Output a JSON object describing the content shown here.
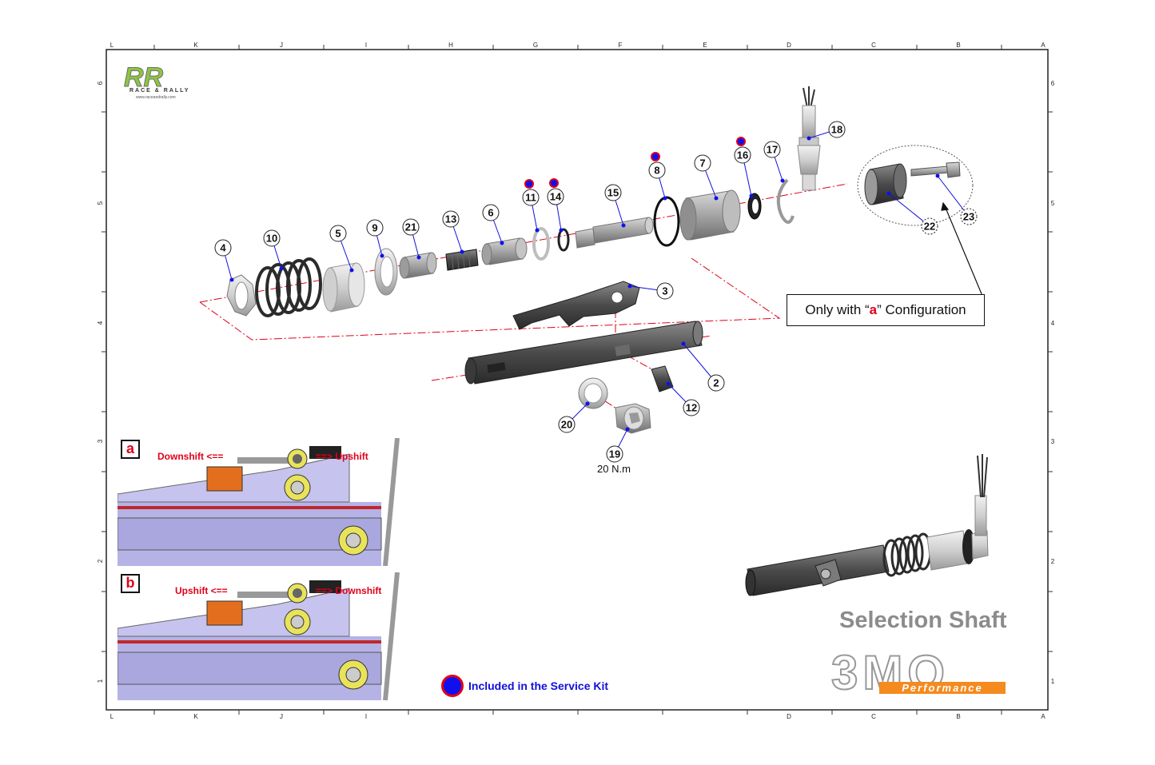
{
  "drawing": {
    "grid_top_letters": [
      "L",
      "K",
      "J",
      "I",
      "H",
      "G",
      "F",
      "E",
      "D",
      "C",
      "B",
      "A"
    ],
    "grid_bottom_letters": [
      "L",
      "K",
      "J",
      "I",
      "D",
      "C",
      "B",
      "A"
    ],
    "grid_side_numbers": [
      "6",
      "5",
      "4",
      "3",
      "2",
      "1"
    ]
  },
  "logo": {
    "mark": "RR",
    "text": "RACE & RALLY",
    "url": "www.raceandrally.com",
    "colors": {
      "green": "#8dc63f",
      "gray": "#6d6e71"
    }
  },
  "callouts": [
    "2",
    "3",
    "4",
    "5",
    "6",
    "7",
    "8",
    "9",
    "10",
    "11",
    "12",
    "13",
    "14",
    "15",
    "16",
    "17",
    "18",
    "19",
    "20",
    "21",
    "22",
    "23"
  ],
  "service_kit_items": [
    "8",
    "11",
    "14",
    "16"
  ],
  "torque_note": "20 N.m",
  "config_note": {
    "before": "Only with “",
    "highlight": "a",
    "after": "” Configuration"
  },
  "insets": [
    {
      "tag": "a",
      "left_label": "Downshift <==",
      "right_label": "==> Upshift"
    },
    {
      "tag": "b",
      "left_label": "Upshift <==",
      "right_label": "==> Downshift"
    }
  ],
  "legend": {
    "text": "Included in the Service Kit"
  },
  "title": "Selection Shaft",
  "brand": {
    "mark": "3MO",
    "tag": "Performance"
  },
  "colors": {
    "accent_red": "#e0001a",
    "kit_blue": "#1010ee",
    "part_gray": "#a9a9a9",
    "part_dark": "#555555",
    "brand_orange": "#f58a1f",
    "inset_purple": "#b5b3e6"
  }
}
